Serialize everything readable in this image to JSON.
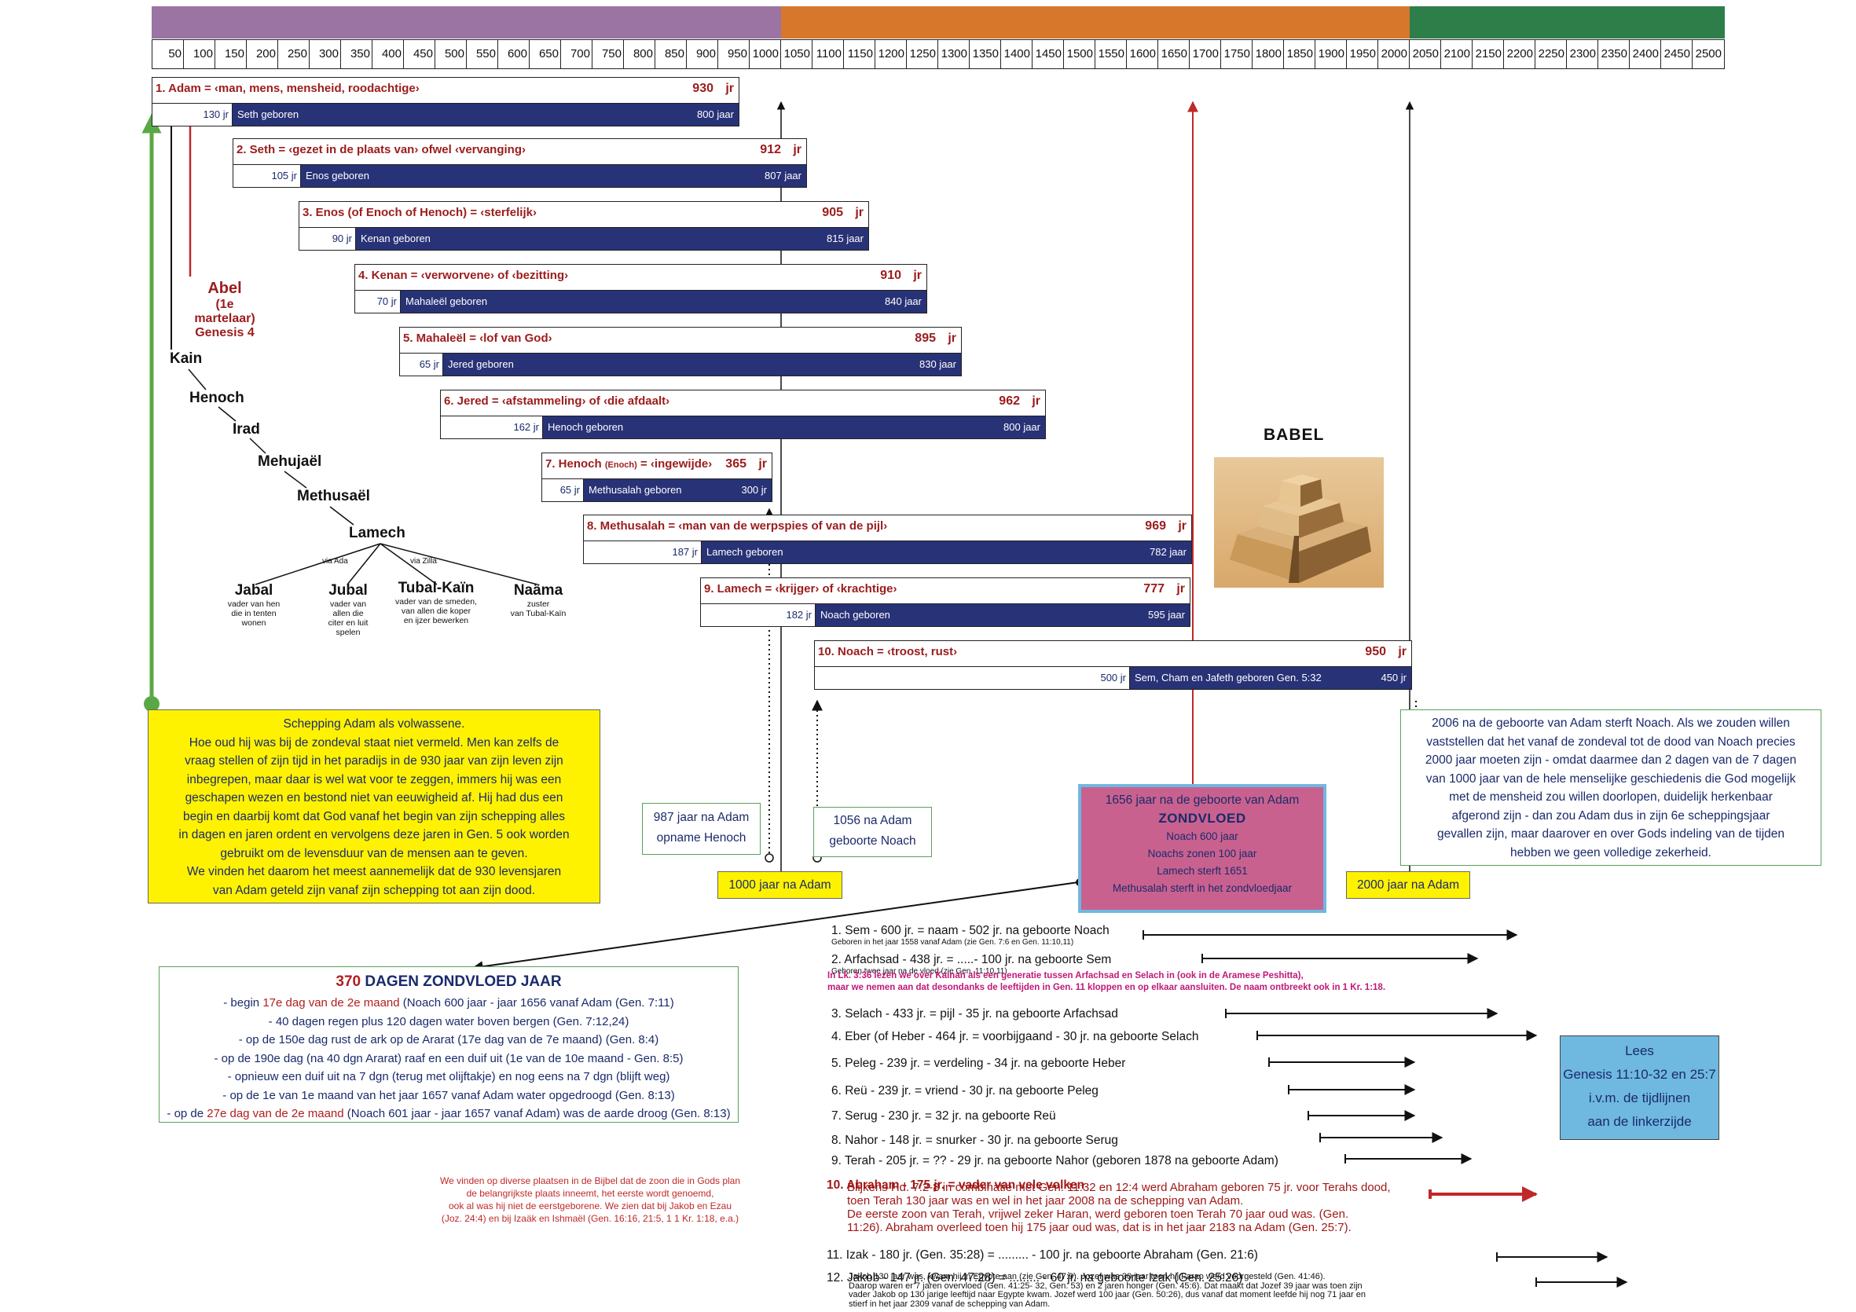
{
  "timeline": {
    "eras": [
      {
        "color": "#9b74a3"
      },
      {
        "color": "#d7772c"
      },
      {
        "color": "#2e7e4a"
      }
    ],
    "ticks": [
      "50",
      "100",
      "150",
      "200",
      "250",
      "300",
      "350",
      "400",
      "450",
      "500",
      "550",
      "600",
      "650",
      "700",
      "750",
      "800",
      "850",
      "900",
      "950",
      "1000",
      "1050",
      "1100",
      "1150",
      "1200",
      "1250",
      "1300",
      "1350",
      "1400",
      "1450",
      "1500",
      "1550",
      "1600",
      "1650",
      "1700",
      "1750",
      "1800",
      "1850",
      "1900",
      "1950",
      "2000",
      "2050",
      "2100",
      "2150",
      "2200",
      "2250",
      "2300",
      "2350",
      "2400",
      "2450",
      "2500"
    ]
  },
  "generations": [
    {
      "title": "1. Adam = ‹man, mens, mensheid, roodachtige›",
      "age": "930",
      "unit": "jr",
      "lead": "130 jr",
      "born": "Seth geboren",
      "rest": "800 jaar"
    },
    {
      "title": "2. Seth = ‹gezet in de plaats van› ofwel ‹vervanging›",
      "age": "912",
      "unit": "jr",
      "lead": "105 jr",
      "born": "Enos geboren",
      "rest": "807 jaar"
    },
    {
      "title": "3. Enos (of Enoch of Henoch) = ‹sterfelijk›",
      "age": "905",
      "unit": "jr",
      "lead": "90 jr",
      "born": "Kenan  geboren",
      "rest": "815 jaar"
    },
    {
      "title": "4. Kenan = ‹verworvene› of ‹bezitting›",
      "age": "910",
      "unit": "jr",
      "lead": "70 jr",
      "born": "Mahaleël geboren",
      "rest": "840 jaar"
    },
    {
      "title": "5. Mahaleël = ‹lof van God›",
      "age": "895",
      "unit": "jr",
      "lead": "65 jr",
      "born": "Jered geboren",
      "rest": "830 jaar"
    },
    {
      "title": "6. Jered = ‹afstammeling› of ‹die afdaalt›",
      "age": "962",
      "unit": "jr",
      "lead": "162 jr",
      "born": "Henoch geboren",
      "rest": "800 jaar"
    },
    {
      "title": "7. Henoch",
      "title_small": "(Enoch)",
      "title_rest": "= ‹ingewijde›",
      "age": "365",
      "unit": "jr",
      "lead": "65 jr",
      "born": "Methusalah geboren",
      "rest": "300 jr"
    },
    {
      "title": "8. Methusalah = ‹man van de werpspies of van de pijl›",
      "age": "969",
      "unit": "jr",
      "lead": "187 jr",
      "born": "Lamech geboren",
      "rest": "782 jaar"
    },
    {
      "title": "9. Lamech = ‹krijger› of ‹krachtige›",
      "age": "777",
      "unit": "jr",
      "lead": "182 jr",
      "born": "Noach geboren",
      "rest": "595 jaar"
    },
    {
      "title": "10. Noach = ‹troost, rust›",
      "age": "950",
      "unit": "jr",
      "lead": "500 jr",
      "born": "Sem, Cham en Jafeth geboren Gen. 5:32",
      "rest": "450 jr"
    }
  ],
  "abel": {
    "name": "Abel",
    "sub": "(1e martelaar)",
    "ref": "Genesis 4"
  },
  "kain_line": [
    "Kain",
    "Henoch",
    "Irad",
    "Mehujaël",
    "Methusaël",
    "Lamech"
  ],
  "via": [
    "via Ada",
    "via Zilla"
  ],
  "lamech_kids": [
    {
      "name": "Jabal",
      "desc": [
        "vader van hen",
        "die in tenten",
        "wonen"
      ]
    },
    {
      "name": "Jubal",
      "desc": [
        "vader van",
        "allen die",
        "citer en luit",
        "spelen"
      ]
    },
    {
      "name": "Tubal-Kaïn",
      "desc": [
        "vader van de smeden,",
        "van allen die koper",
        "en ijzer bewerken"
      ]
    },
    {
      "name": "Naäma",
      "desc": [
        "zuster",
        "van Tubal-Kaïn"
      ]
    }
  ],
  "babel": {
    "title": "BABEL"
  },
  "adam_box": {
    "lines": [
      "Schepping Adam als volwassene.",
      "Hoe oud hij was bij de zondeval staat niet vermeld. Men kan zelfs de",
      "vraag stellen of zijn tijd in het paradijs in de 930 jaar van zijn leven zijn",
      "inbegrepen, maar daar is wel wat voor te zeggen, immers hij was een",
      "geschapen wezen en bestond niet van eeuwigheid af. Hij had dus een",
      "begin en daarbij komt dat God vanaf het begin van zijn schepping alles",
      "in dagen en jaren ordent en vervolgens deze jaren in Gen. 5 ook worden",
      "gebruikt om de levensduur van de mensen aan te geven.",
      "We vinden het daarom het meest aannemelijk dat de 930 levensjaren",
      "van Adam geteld zijn vanaf zijn schepping tot aan zijn dood."
    ]
  },
  "henoch_box": {
    "lines": [
      "987 jaar na Adam",
      "opname Henoch"
    ]
  },
  "noach_box": {
    "lines": [
      "1056 na Adam",
      "geboorte Noach"
    ]
  },
  "y1000": "1000 jaar na Adam",
  "y2000": "2000 jaar na Adam",
  "flood_box": {
    "l1": "1656 jaar na de geboorte van Adam",
    "l2": "ZONDVLOED",
    "l3": "Noach 600 jaar",
    "l4": "Noachs zonen 100 jaar",
    "l5": "Lamech sterft 1651",
    "l6": "Methusalah sterft in het zondvloedjaar"
  },
  "noach_death_box": {
    "lines": [
      "2006 na de geboorte van Adam sterft Noach. Als we zouden willen",
      "vaststellen dat het vanaf de zondeval tot de dood van Noach precies",
      "2000 jaar moeten zijn - omdat daarmee dan 2 dagen van de 7 dagen",
      "van 1000 jaar van de hele menselijke geschiedenis die God mogelijk",
      "met de mensheid zou willen doorlopen, duidelijk herkenbaar",
      "afgerond zijn - dan zou Adam dus in zijn 6e  scheppingsjaar",
      "gevallen zijn, maar daarover en over Gods indeling van de tijden",
      "hebben we geen volledige zekerheid."
    ]
  },
  "zondvloed_jaar": {
    "num": "370",
    "title": "DAGEN ZONDVLOED JAAR",
    "lines": [
      {
        "a": "- begin ",
        "r": "17e dag van de 2e maand",
        "b": " (Noach 600 jaar - jaar 1656 vanaf Adam (Gen. 7:11)"
      },
      {
        "a": "- 40 dagen regen plus 120 dagen water boven bergen (Gen. 7:12,24)",
        "r": "",
        "b": ""
      },
      {
        "a": "- op de 150e dag rust de ark op de Ararat (17e dag van de 7e maand) (Gen. 8:4)",
        "r": "",
        "b": ""
      },
      {
        "a": "- op  de 190e dag (na 40 dgn Ararat) raaf en een duif uit (1e van de 10e maand - Gen. 8:5)",
        "r": "",
        "b": ""
      },
      {
        "a": "- opnieuw een duif uit na 7 dgn (terug met olijftakje) en nog eens na 7 dgn (blijft weg)",
        "r": "",
        "b": ""
      },
      {
        "a": "-  op de 1e van 1e maand van het jaar 1657 vanaf Adam water opgedroogd (Gen. 8:13)",
        "r": "",
        "b": ""
      },
      {
        "a": "- op de ",
        "r": "27e dag van de 2e maand",
        "b": " (Noach 601 jaar - jaar 1657 vanaf Adam) was de aarde droog (Gen. 8:13)"
      }
    ]
  },
  "firstborn_note": {
    "lines": [
      "We vinden op diverse plaatsen in de Bijbel dat de zoon die in Gods plan",
      "de belangrijkste plaats inneemt, het eerste wordt genoemd,",
      "ook al was hij niet de eerstgeborene. We zien dat bij Jakob en Ezau",
      "(Joz. 24:4) en bij  Izaäk en Ishmaël (Gen. 16:16,  21:5, 1 1 Kr. 1:18, e.a.)"
    ]
  },
  "post_flood": [
    {
      "text": "1. Sem - 600 jr. = naam - 502 jr. na geboorte Noach",
      "sub": "Geboren in het jaar 1558 vanaf Adam (zie Gen. 7:6 en Gen. 11:10,11)"
    },
    {
      "text": "2. Arfachsad - 438 jr. = .....- 100 jr. na geboorte Sem",
      "sub": "Geboren twee jaar na de vloed (zie Gen. 11:10,11)"
    },
    {
      "text": "3. Selach - 433 jr. = pijl - 35 jr. na geboorte Arfachsad",
      "sub": ""
    },
    {
      "text": "4. Eber (of Heber - 464 jr. = voorbijgaand - 30 jr. na geboorte Selach",
      "sub": ""
    },
    {
      "text": "5. Peleg - 239 jr. = verdeling - 34 jr. na geboorte Heber",
      "sub": ""
    },
    {
      "text": "6. Reü - 239 jr. = vriend - 30 jr. na geboorte Peleg",
      "sub": ""
    },
    {
      "text": "7. Serug - 230 jr. = 32 jr. na geboorte Reü",
      "sub": ""
    },
    {
      "text": "8. Nahor - 148 jr. = snurker  - 30 jr. na geboorte Serug",
      "sub": ""
    },
    {
      "text": "9. Terah - 205 jr. = ?? - 29 jr. na geboorte Nahor (geboren 1878  na geboorte Adam)",
      "sub": ""
    },
    {
      "text": "10. Abraham - 175 jr. = vader van vele volken",
      "sub": ""
    },
    {
      "text": "11. Izak - 180 jr. (Gen. 35:28) = ......... - 100 jr. na geboorte Abraham (Gen. 21:6)",
      "sub": ""
    },
    {
      "text": "12. Jakob - 147 jr. (Gen. 47:28) = ......... - 60 jr. na geboorte Izak (Gen. 25:26)",
      "sub": ""
    }
  ],
  "kainan_note": {
    "lines": [
      "In Lk. 3:36 lezen we over Kainan als een generatie tussen Arfachsad en Selach in (ook in de Aramese  Peshitta),",
      "maar we nemen aan dat desondanks de leeftijden in Gen. 11 kloppen en op elkaar aansluiten. De naam ontbreekt ook in 1 Kr. 1:18."
    ]
  },
  "abraham_note": {
    "lines": [
      "Blijkens Hd. 7:2-8 in combinatie met Gen. 11:32 en 12:4 werd Abraham geboren 75 jr. voor Terahs dood,",
      "toen Terah 130 jaar was en wel in het jaar 2008 na de schepping van Adam.",
      "De eerste zoon van Terah, vrijwel zeker Haran, werd geboren toen Terah 70 jaar oud was.  (Gen.",
      "11:26). Abraham overleed toen hij 175 jaar oud was, dat is in het jaar 2183 na Adam (Gen. 25:7)."
    ]
  },
  "jakob_note": {
    "lines": [
      "Jakob 130 jaar was, kwam hij  in Egypte aan (zie Gen. 47:9). Jozef was 30 jaar toen hij Farao werd voorgesteld (Gen. 41:46).",
      "Daarop waren er 7 jaren overvloed (Gen. 41:25- 32, Gen. 53) en 2 jaren honger (Gen. 45:6). Dat maakt dat Jozef 39 jaar was toen zijn",
      "vader Jakob op 130 jarige leeftijd naar Egypte kwam. Jozef werd 100 jaar (Gen. 50:26), dus vanaf dat moment leefde hij nog 71 jaar en",
      "stierf in het jaar 2309 vanaf de schepping van Adam."
    ]
  },
  "lees_box": {
    "lines": [
      "Lees",
      "Genesis 11:10-32 en 25:7",
      "i.v.m. de tijdlijnen",
      "aan de linkerzijde"
    ]
  }
}
